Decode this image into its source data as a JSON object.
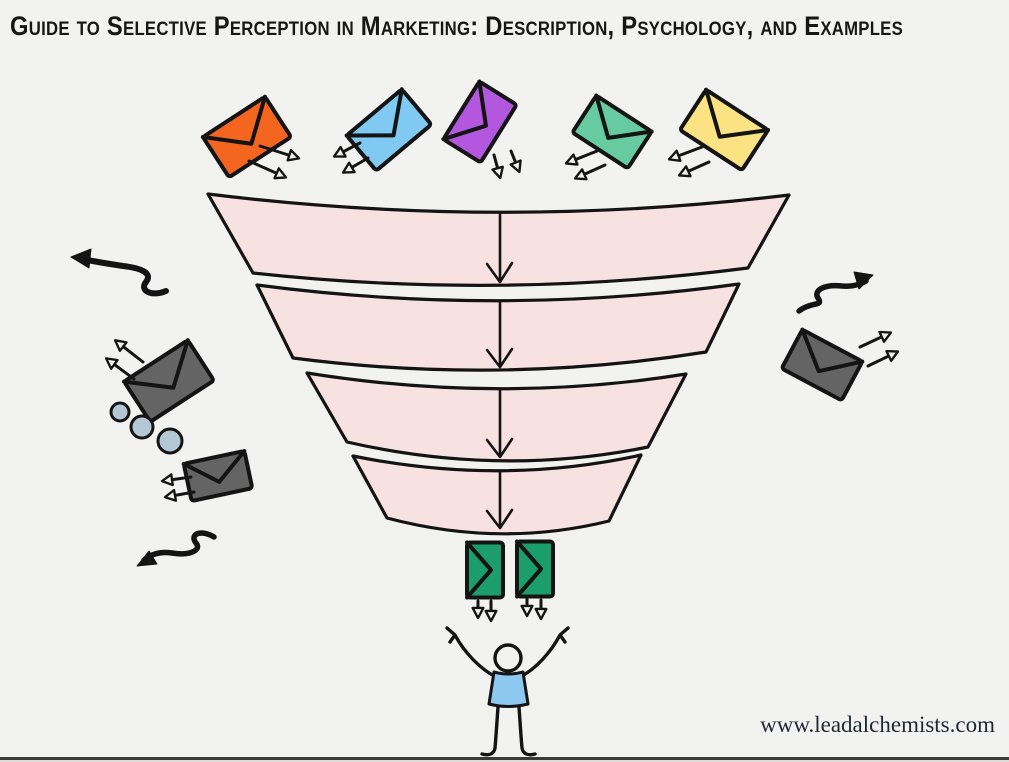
{
  "page": {
    "title": "Guide to Selective Perception in Marketing: Description, Psychology, and Examples",
    "website": "www.leadalchemists.com",
    "background": "#F2F2F1"
  },
  "colors": {
    "ink": "#141414",
    "funnel_fill": "#F8E1E1",
    "dot_fill": "#B4C7D4",
    "shirt_fill": "#8CC8F0",
    "url_text": "#1E2835",
    "bottom_border": "#3A3A3A"
  },
  "funnel": {
    "stage_count": 4,
    "flow_arrow_count": 4
  },
  "envelopes": {
    "incoming": [
      {
        "name": "envelope-orange",
        "color": "#F4661F"
      },
      {
        "name": "envelope-blue",
        "color": "#7FC9F2"
      },
      {
        "name": "envelope-purple",
        "color": "#B357DE"
      },
      {
        "name": "envelope-green",
        "color": "#66CBA0"
      },
      {
        "name": "envelope-yellow",
        "color": "#FBE283"
      }
    ],
    "deflected": {
      "count": 3,
      "color": "#646464"
    },
    "passed": {
      "count": 2,
      "color": "#1B9E6C"
    },
    "dots": {
      "count": 3
    }
  }
}
